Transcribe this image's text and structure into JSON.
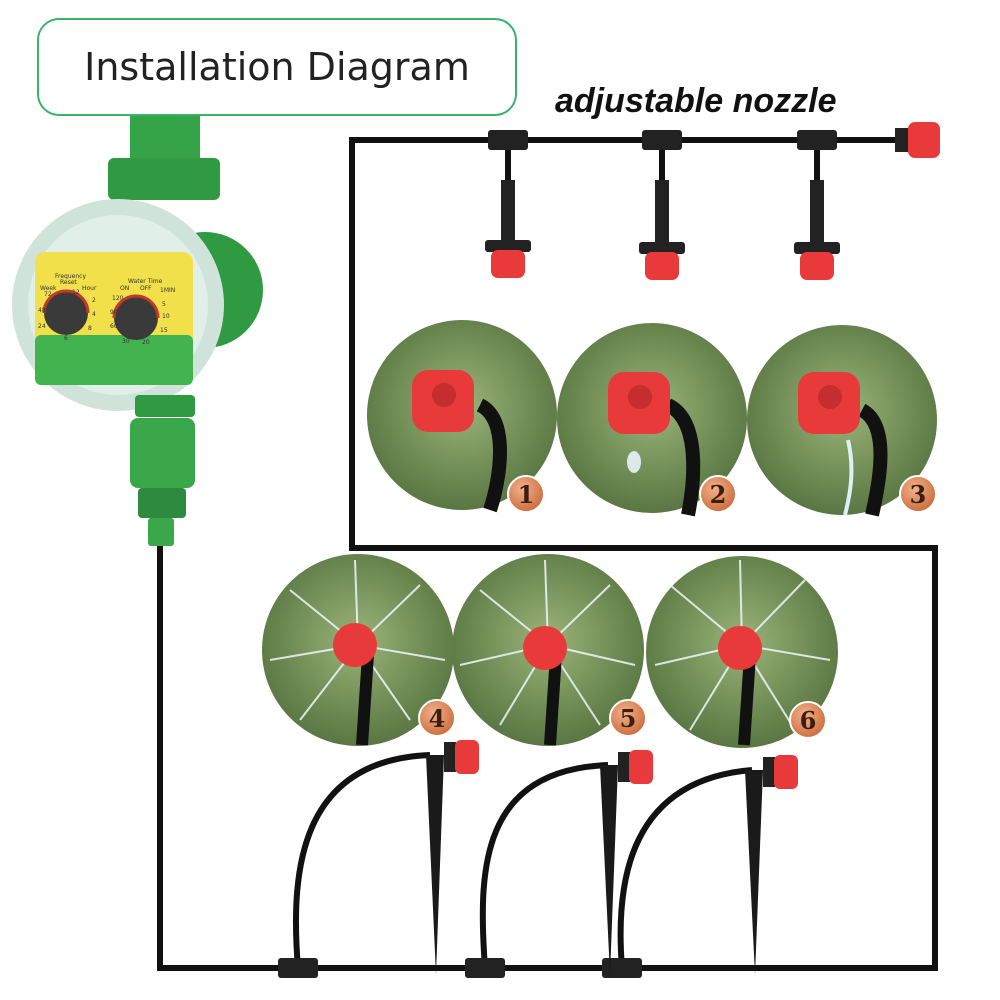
{
  "title": "Installation Diagram",
  "nozzle_label": "adjustable nozzle",
  "timer": {
    "dial_left_labels": [
      "Frequency",
      "Reset",
      "Week",
      "Hour"
    ],
    "dial_right_labels": [
      "Water Time",
      "ON",
      "OFF",
      "1MIN"
    ],
    "left_dial_numbers": [
      "72",
      "12",
      "2",
      "4",
      "8",
      "24",
      "48",
      "6"
    ],
    "right_dial_numbers": [
      "120",
      "90",
      "60",
      "5",
      "10",
      "15",
      "30",
      "20"
    ]
  },
  "spray_modes": [
    "1",
    "2",
    "3",
    "4",
    "5",
    "6"
  ],
  "colors": {
    "title_border": "#35b46a",
    "timer_green": "#3aa84a",
    "timer_face": "#f2e04a",
    "nozzle_red": "#e83a3a",
    "tube": "#111111",
    "badge": "#d8824e"
  }
}
